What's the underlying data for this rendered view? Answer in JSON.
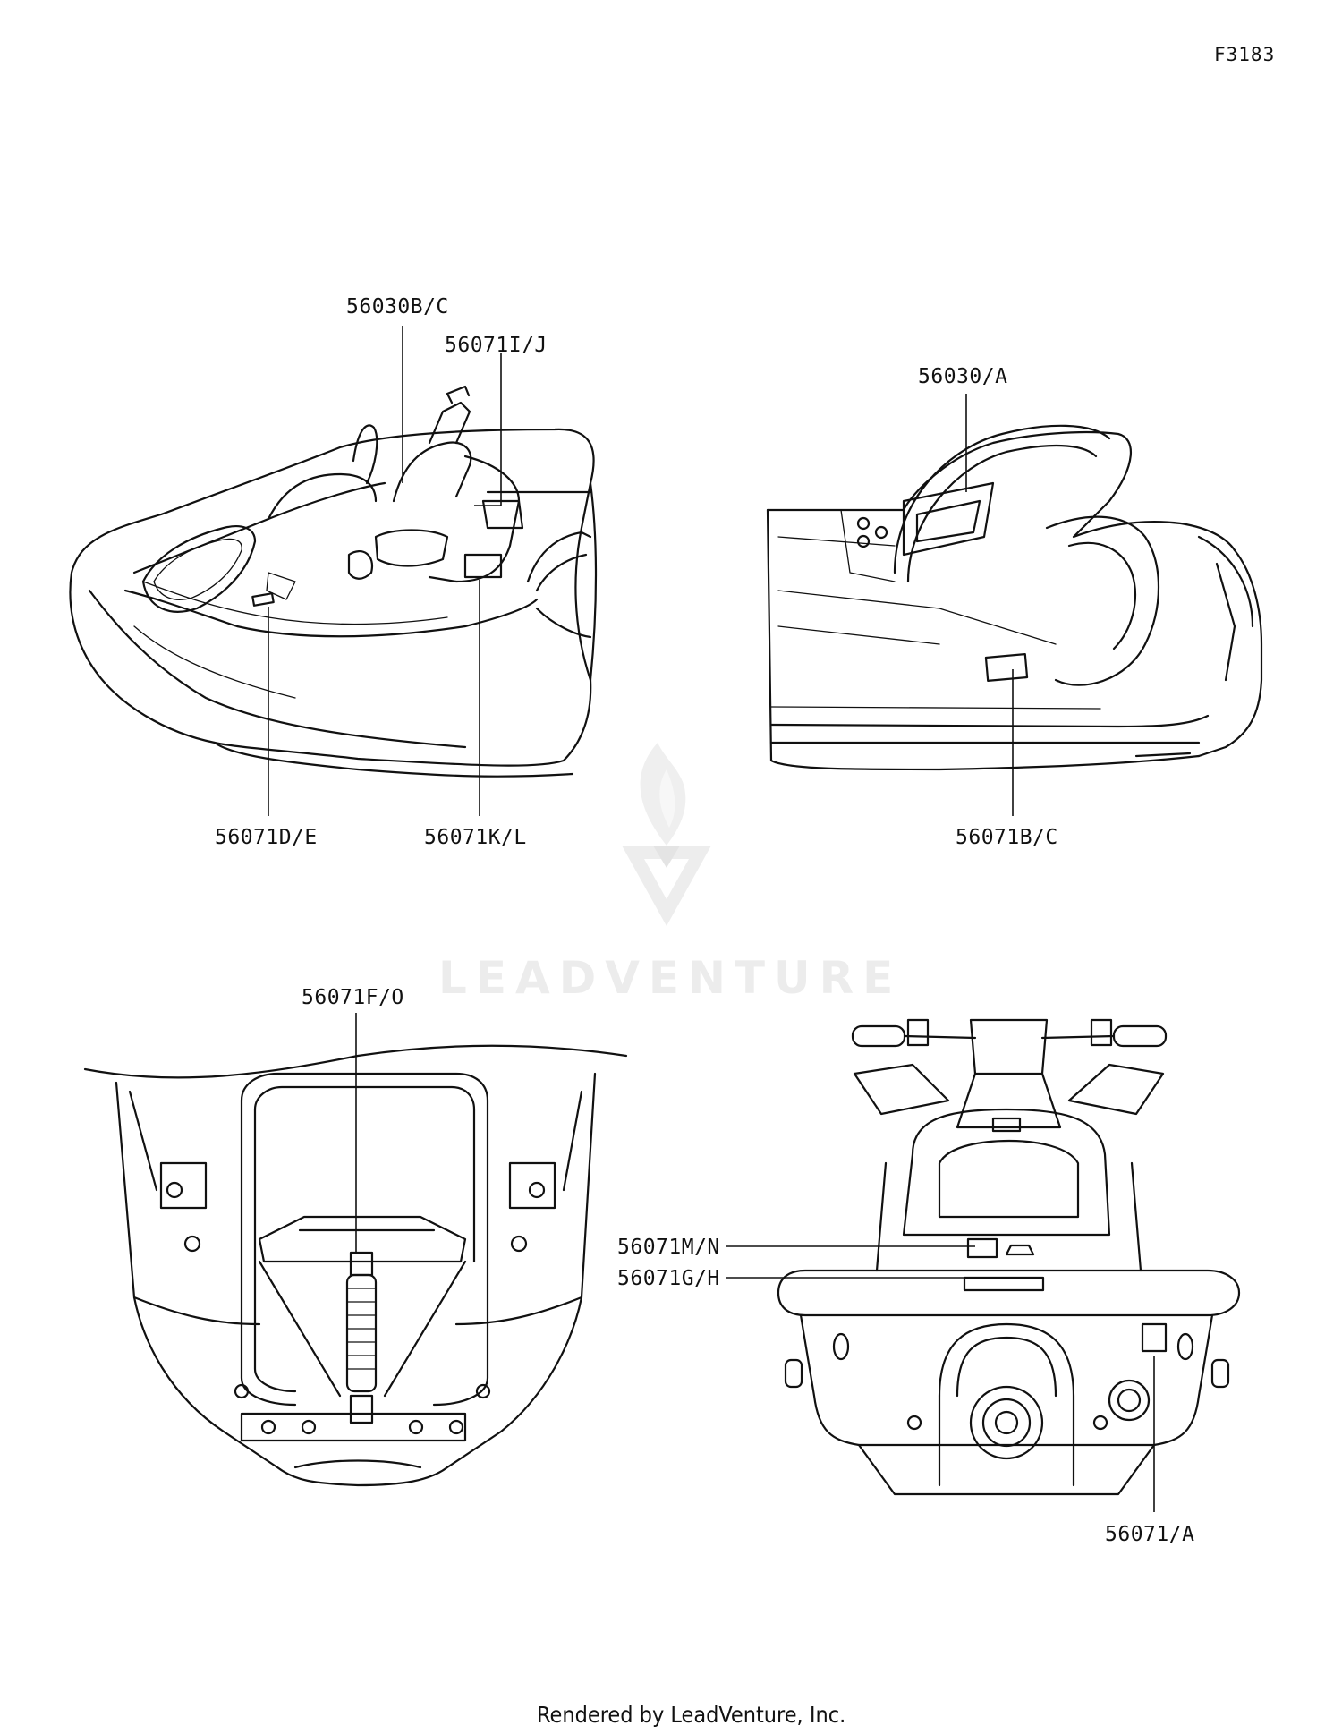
{
  "figure_id": "F3183",
  "footer": "Rendered by LeadVenture, Inc.",
  "watermark": "LEADVENTURE",
  "callouts": {
    "c56030bc": "56030B/C",
    "c56071ij": "56071I/J",
    "c56071de": "56071D/E",
    "c56071kl": "56071K/L",
    "c56030a": "56030/A",
    "c56071bc": "56071B/C",
    "c56071fo": "56071F/O",
    "c56071mn": "56071M/N",
    "c56071gh": "56071G/H",
    "c56071a": "56071/A"
  }
}
